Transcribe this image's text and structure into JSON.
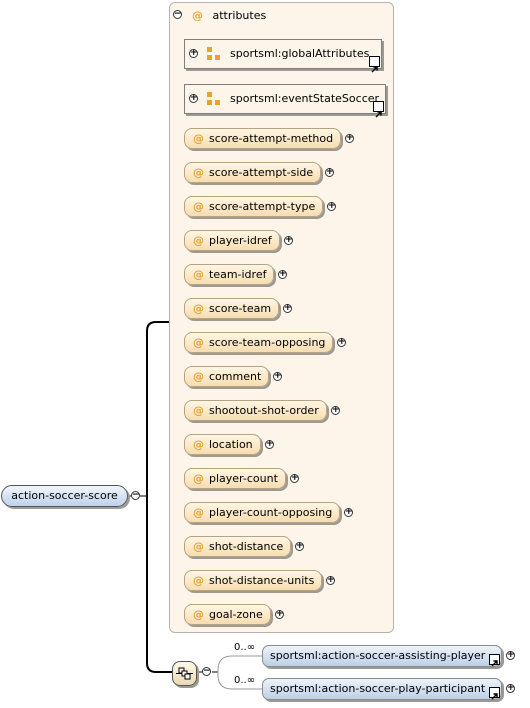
{
  "root": {
    "name": "action-soccer-score"
  },
  "attribute_group": {
    "title": "attributes",
    "group_refs": [
      {
        "name": "sportsml:globalAttributes"
      },
      {
        "name": "sportsml:eventStateSoccer"
      }
    ],
    "attributes": [
      "score-attempt-method",
      "score-attempt-side",
      "score-attempt-type",
      "player-idref",
      "team-idref",
      "score-team",
      "score-team-opposing",
      "comment",
      "shootout-shot-order",
      "location",
      "player-count",
      "player-count-opposing",
      "shot-distance",
      "shot-distance-units",
      "goal-zone"
    ]
  },
  "sequence": {
    "children": [
      {
        "name": "sportsml:action-soccer-assisting-player",
        "occurrence": "0..∞"
      },
      {
        "name": "sportsml:action-soccer-play-participant",
        "occurrence": "0..∞"
      }
    ]
  },
  "symbols": {
    "at": "@",
    "collapse": "−",
    "expand": "+"
  },
  "colors": {
    "attribute_fill": "#f6ddb0",
    "element_fill": "#bdd1ea",
    "panel_fill": "#fdf5ea",
    "at_symbol": "#e2a33a",
    "group_icon": "#e6a32e"
  }
}
